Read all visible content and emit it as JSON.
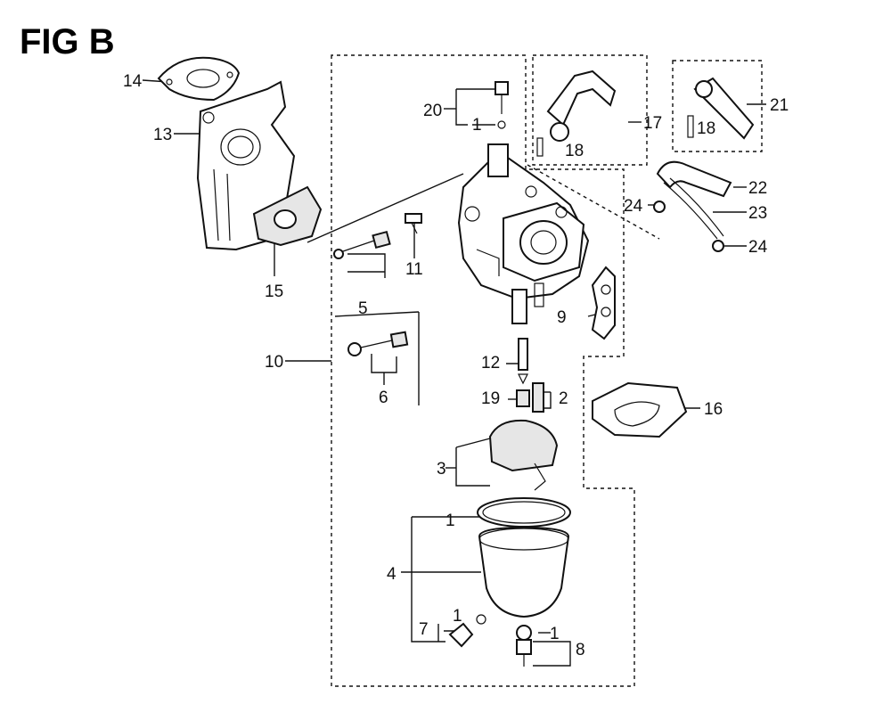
{
  "title": "FIG B",
  "callouts": {
    "c1_top": "1",
    "c1_bowl": "1",
    "c1_drain": "1",
    "c1_bolt": "1",
    "c2": "2",
    "c3": "3",
    "c4": "4",
    "c5": "5",
    "c6": "6",
    "c7": "7",
    "c8": "8",
    "c9": "9",
    "c10": "10",
    "c11": "11",
    "c12": "12",
    "c13": "13",
    "c14": "14",
    "c15": "15",
    "c16": "16",
    "c17": "17",
    "c18a": "18",
    "c18b": "18",
    "c19": "19",
    "c20": "20",
    "c21": "21",
    "c22": "22",
    "c23": "23",
    "c24a": "24",
    "c24b": "24"
  }
}
